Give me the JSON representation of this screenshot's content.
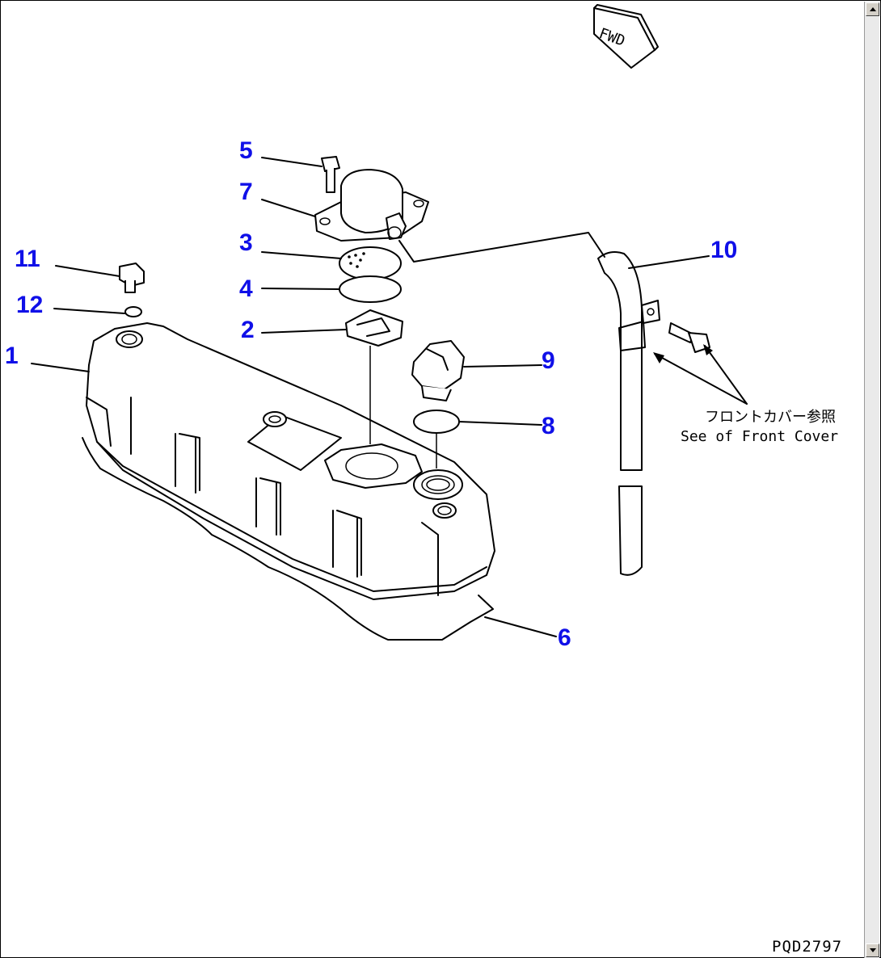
{
  "diagram": {
    "orientation_label": "FWD",
    "drawing_code": "PQD2797",
    "note_jp": "フロントカバー参照",
    "note_en": "See of Front Cover",
    "callout_color": "#1010e8",
    "callouts": {
      "c1": "1",
      "c2": "2",
      "c3": "3",
      "c4": "4",
      "c5": "5",
      "c6": "6",
      "c7": "7",
      "c8": "8",
      "c9": "9",
      "c10": "10",
      "c11": "11",
      "c12": "12"
    }
  },
  "scrollbar": {
    "up_icon": "arrow-up-icon",
    "down_icon": "arrow-down-icon"
  }
}
